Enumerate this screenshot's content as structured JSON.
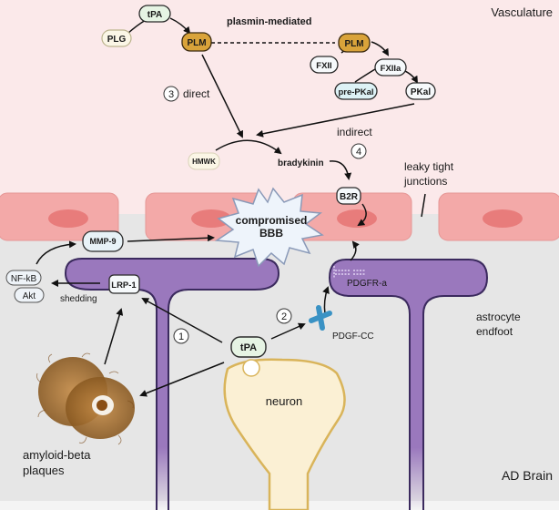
{
  "regions": {
    "vasculature_label": "Vasculature",
    "brain_label": "AD Brain"
  },
  "colors": {
    "vasculature_bg": "#fbe9ea",
    "brain_bg": "#e6e6e6",
    "endothelial_cell": "#f3a9a8",
    "endothelial_nucleus": "#e87c7b",
    "astrocyte": "#9a78bd",
    "astrocyte_border": "#3b2a5e",
    "plm_fill": "#d9a33a",
    "tpa_fill": "#e6f4e4",
    "plg_fill": "#fbf6e6",
    "pre_pkal_fill": "#ddf2f6",
    "mmp9_fill": "#e8f2f7",
    "neuron_fill": "#fbf0d4",
    "neuron_border": "#d9b45a",
    "plaque": "#a86f2e",
    "pdgf_cc": "#3a92c4"
  },
  "plasmin_pathway": {
    "title": "plasmin-mediated",
    "tpa": "tPA",
    "plg": "PLG",
    "plm_left": "PLM",
    "plm_right": "PLM",
    "fxii": "FXII",
    "fxiia": "FXIIa",
    "pre_pkal": "pre-PKal",
    "pkal": "PKal",
    "direct_number": "3",
    "direct_label": "direct",
    "indirect_label": "indirect",
    "indirect_number": "4",
    "hmwk": "HMWK",
    "bradykinin": "bradykinin"
  },
  "bbb": {
    "b2r": "B2R",
    "compromised_line1": "compromised",
    "compromised_line2": "BBB",
    "leaky_line1": "leaky tight",
    "leaky_line2": "junctions"
  },
  "brain": {
    "mmp9": "MMP-9",
    "nfkb": "NF-kB",
    "akt": "Akt",
    "shedding": "shedding",
    "lrp1": "LRP-1",
    "pdgfr_a": "PDGFR-a",
    "pdgf_cc": "PDGF-CC",
    "step1": "1",
    "step2": "2",
    "tpa": "tPA",
    "neuron": "neuron",
    "astrocyte_line1": "astrocyte",
    "astrocyte_line2": "endfoot",
    "plaques_line1": "amyloid-beta",
    "plaques_line2": "plaques"
  }
}
